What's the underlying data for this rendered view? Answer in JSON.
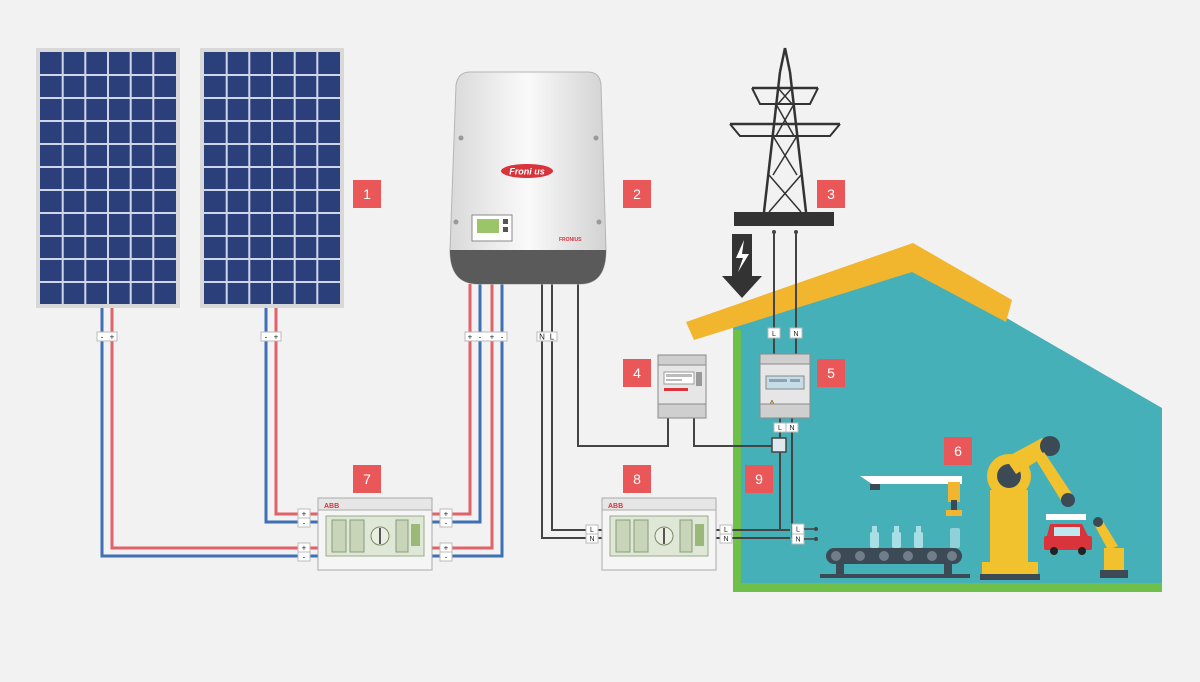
{
  "badges": {
    "b1": "1",
    "b2": "2",
    "b3": "3",
    "b4": "4",
    "b5": "5",
    "b6": "6",
    "b7": "7",
    "b8": "8",
    "b9": "9"
  },
  "inverter": {
    "logo": "Froni us",
    "brand": "FRONIUS"
  },
  "panel_terminals": {
    "panel1_minus": "-",
    "panel1_plus": "+",
    "panel2_minus": "-",
    "panel2_plus": "+"
  },
  "inverter_terminals": {
    "dc_plus_1": "+",
    "dc_minus_1": "-",
    "dc_plus_2": "+",
    "dc_minus_2": "-",
    "ac_n": "N",
    "ac_l": "L"
  },
  "grid_labels": {
    "l": "L",
    "n": "N"
  },
  "meter5_labels": {
    "l": "L",
    "n": "N"
  },
  "box7": {
    "brand": "ABB",
    "left_terms": [
      "+",
      "-",
      "+",
      "-"
    ],
    "right_terms": [
      "+",
      "-",
      "+",
      "-"
    ]
  },
  "box8": {
    "brand": "ABB",
    "left_terms": [
      "L",
      "N"
    ],
    "right_terms": [
      "L",
      "N"
    ]
  },
  "house_terms": [
    "L",
    "N"
  ],
  "colors": {
    "badge": "#e95759",
    "house_wall": "#46b0b8",
    "house_floor": "#6fc04b",
    "roof": "#f2b52e",
    "wire_red": "#e0636a",
    "wire_blue": "#3f6fb5",
    "wire_dark": "#444444",
    "panel": "#2b3f7a"
  },
  "icons": {
    "lightning": "lightning-bolt-icon",
    "arrow": "arrow-down-icon"
  }
}
